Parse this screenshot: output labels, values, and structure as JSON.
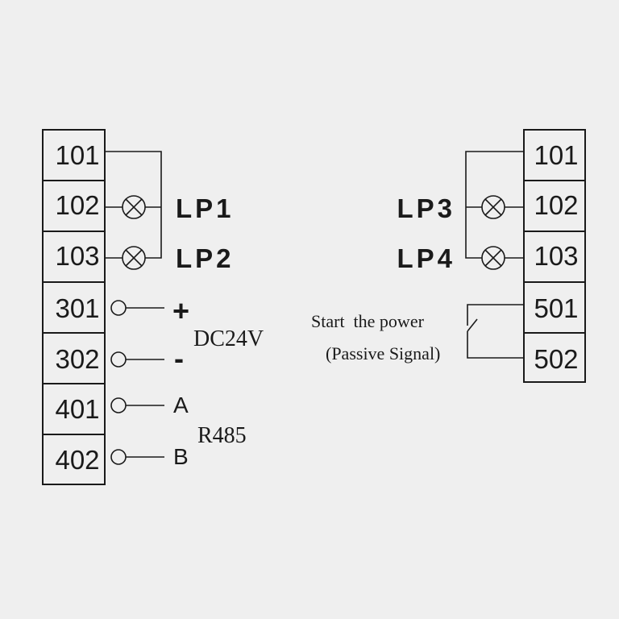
{
  "left_block": {
    "terminals": [
      "101",
      "102",
      "103",
      "301",
      "302",
      "401",
      "402"
    ]
  },
  "right_block": {
    "terminals": [
      "101",
      "102",
      "103",
      "501",
      "502"
    ]
  },
  "labels": {
    "lp1": "LP1",
    "lp2": "LP2",
    "lp3": "LP3",
    "lp4": "LP4",
    "plus": "+",
    "minus": "-",
    "dc": "DC24V",
    "a": "A",
    "b": "B",
    "r485": "R485",
    "start": "Start  the power",
    "passive": "(Passive Signal)"
  },
  "colors": {
    "background": "#efefef",
    "ink": "#1a1a1a"
  }
}
